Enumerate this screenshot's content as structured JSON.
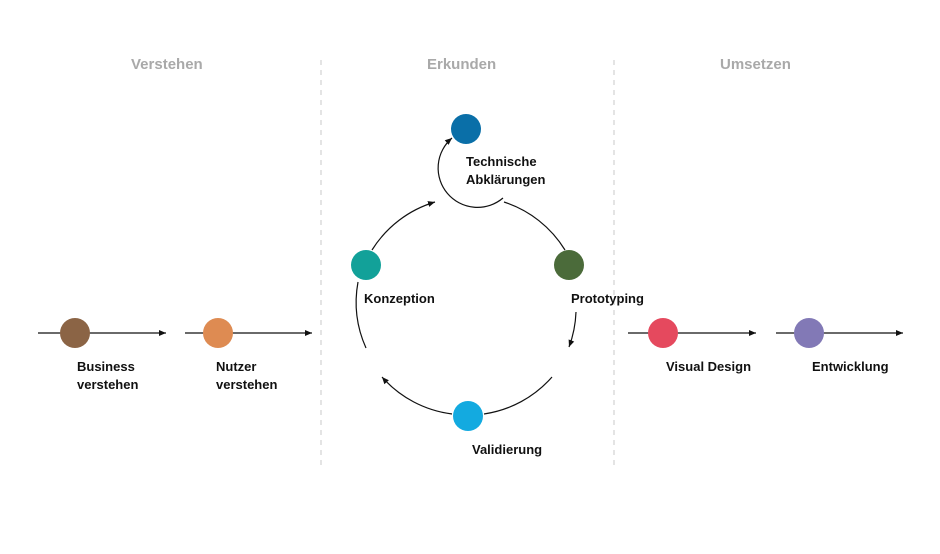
{
  "phases": {
    "verstehen": "Verstehen",
    "erkunden": "Erkunden",
    "umsetzen": "Umsetzen"
  },
  "steps": {
    "business": {
      "line1": "Business",
      "line2": "verstehen",
      "color": "#8B6445"
    },
    "nutzer": {
      "line1": "Nutzer",
      "line2": "verstehen",
      "color": "#DE8B52"
    },
    "technische": {
      "line1": "Technische",
      "line2": "Abklärungen",
      "color": "#0A6FA8"
    },
    "prototyping": {
      "line1": "Prototyping",
      "color": "#4B6B3A"
    },
    "validierung": {
      "line1": "Validierung",
      "color": "#13AAE0"
    },
    "konzeption": {
      "line1": "Konzeption",
      "color": "#12A199"
    },
    "visual_design": {
      "line1": "Visual Design",
      "color": "#E5495E"
    },
    "entwicklung": {
      "line1": "Entwicklung",
      "color": "#8279B6"
    }
  }
}
